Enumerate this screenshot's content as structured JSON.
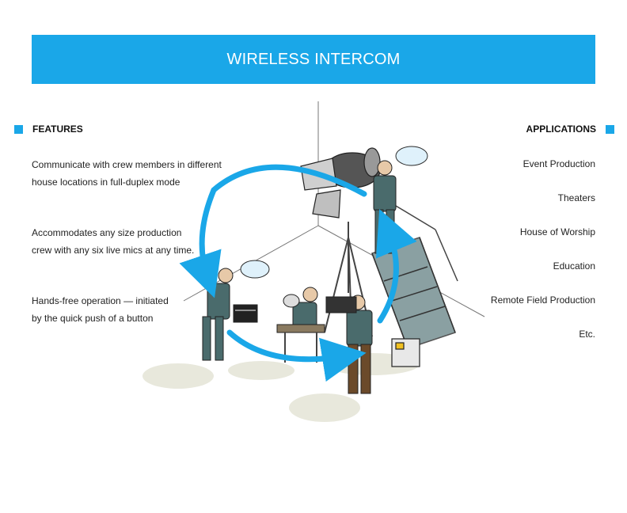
{
  "banner": {
    "title": "WIRELESS INTERCOM"
  },
  "features": {
    "heading": "FEATURES",
    "items": [
      {
        "line1": "Communicate with crew members in different",
        "line2": "house locations in full-duplex mode"
      },
      {
        "line1": "Accommodates any size production",
        "line2": "crew with any six live mics at any time."
      },
      {
        "line1": "Hands-free operation — initiated",
        "line2": "by the quick push of a button"
      }
    ]
  },
  "applications": {
    "heading": "APPLICATIONS",
    "items": [
      "Event Production",
      "Theaters",
      "House of Worship",
      "Education",
      "Remote Field Production",
      "Etc."
    ]
  },
  "colors": {
    "accent": "#1aa7e8",
    "crew_uniform": "#4a6b6c",
    "pants_brown": "#6b4a2a",
    "shadow": "#e6e6d8"
  }
}
